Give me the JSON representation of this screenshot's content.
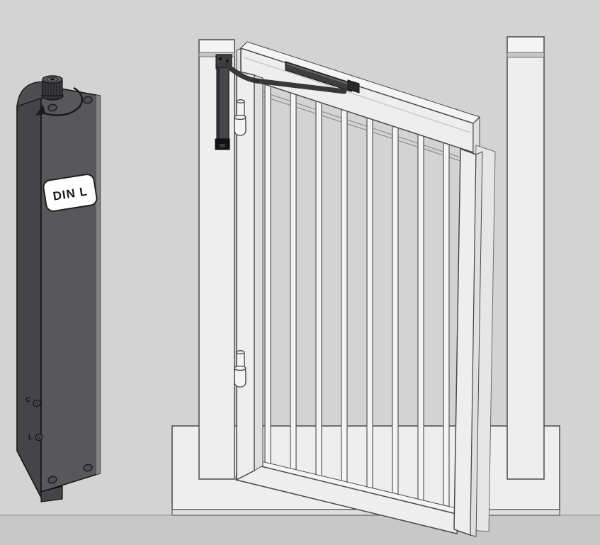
{
  "colors": {
    "background": "#d3d3d4",
    "ground": "#c8c8c9",
    "structure_fill": "#eeeeef",
    "structure_light": "#f4f4f5",
    "structure_shade": "#dfdfe0",
    "outline": "#4a4a4c",
    "device_face": "#58585a",
    "device_side": "#454547",
    "device_top": "#4e4e50",
    "device_dark": "#3e3e40",
    "device_black": "#161618",
    "label_bg": "#ffffff",
    "label_text": "#1a1a1c"
  },
  "device": {
    "label": "DIN L",
    "adjustment_screw_top_letter": "C",
    "adjustment_screw_bottom_letter": "L"
  },
  "gate": {
    "bar_count": 8
  },
  "icons": {
    "rotation_arrow_icon": "curved-arrow-counterclockwise",
    "adjustment_knob_icon": "knurled-knob",
    "screw_icon": "slotted-screw-head"
  }
}
